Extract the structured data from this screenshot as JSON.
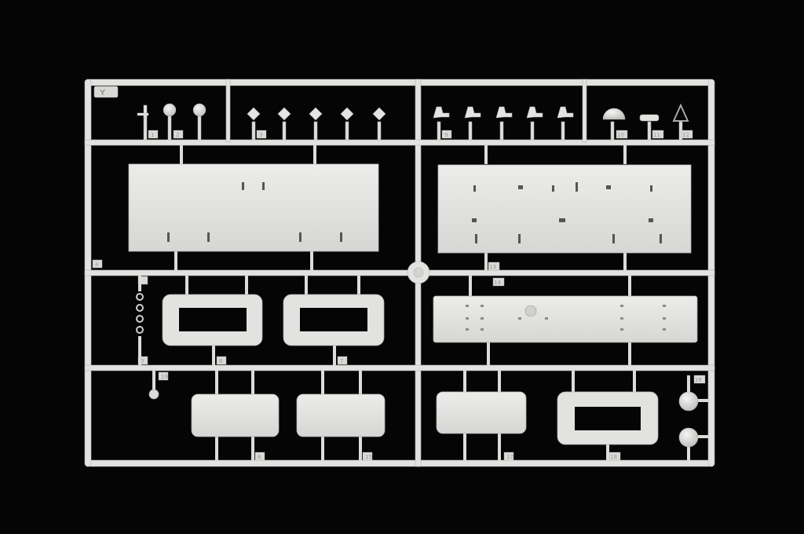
{
  "sprue": {
    "code": "Y",
    "serial": "",
    "part_numbers": [
      "1",
      "2",
      "3",
      "4",
      "5",
      "6",
      "7",
      "8",
      "9",
      "10",
      "11",
      "12",
      "13",
      "14",
      "15",
      "16",
      "17",
      "18",
      "19"
    ]
  },
  "colors": {
    "background": "#050505",
    "plastic": "#e4e4e2",
    "plastic_shadow": "#c4c4c2",
    "plastic_edge": "#b0b0ae"
  }
}
